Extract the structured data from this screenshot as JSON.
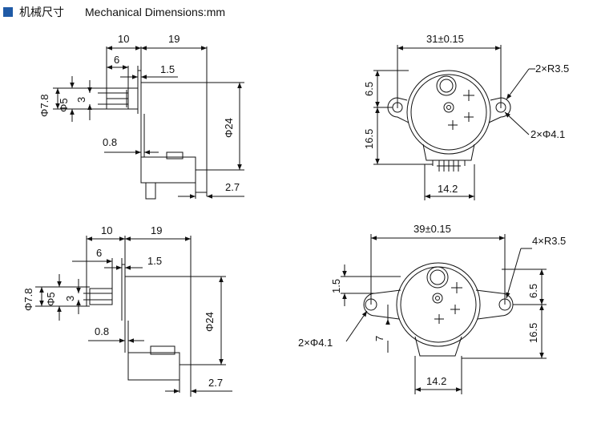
{
  "header": {
    "title_cn": "机械尺寸",
    "title_en": "Mechanical Dimensions:mm",
    "marker_color": "#1f5aa6"
  },
  "side_view_top": {
    "dims": {
      "d10": "10",
      "d19": "19",
      "d6": "6",
      "d1_5": "1.5",
      "d7_8": "Φ7.8",
      "d5": "Φ5",
      "d3": "3",
      "d24": "Φ24",
      "d0_8": "0.8",
      "d2_7": "2.7"
    }
  },
  "front_view_top": {
    "dims": {
      "w31": "31±0.15",
      "r3_5": "2×R3.5",
      "h6_5": "6.5",
      "h16_5": "16.5",
      "d4_1": "2×Φ4.1",
      "w14_2": "14.2"
    }
  },
  "side_view_bottom": {
    "dims": {
      "d10": "10",
      "d19": "19",
      "d6": "6",
      "d1_5": "1.5",
      "d7_8": "Φ7.8",
      "d5": "Φ5",
      "d3": "3",
      "d24": "Φ24",
      "d0_8": "0.8",
      "d2_7": "2.7"
    }
  },
  "front_view_bottom": {
    "dims": {
      "w39": "39±0.15",
      "r3_5": "4×R3.5",
      "h1_5": "1.5",
      "h6_5": "6.5",
      "d4_1": "2×Φ4.1",
      "h7": "7",
      "h16_5": "16.5",
      "w14_2": "14.2"
    }
  }
}
